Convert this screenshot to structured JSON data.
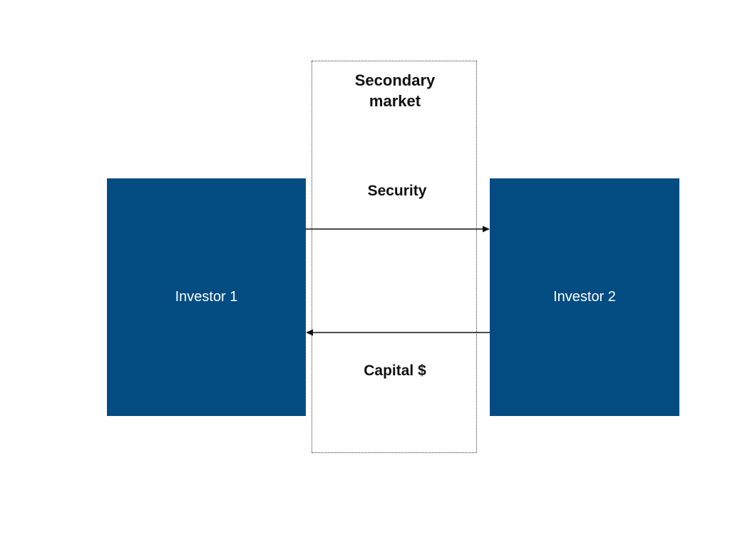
{
  "colors": {
    "investor_box": "#034c82",
    "arrow": "#111111"
  },
  "market": {
    "title_line1": "Secondary",
    "title_line2": "market"
  },
  "investors": {
    "left_label": "Investor 1",
    "right_label": "Investor 2"
  },
  "flows": {
    "security_label": "Security",
    "capital_label": "Capital $"
  }
}
